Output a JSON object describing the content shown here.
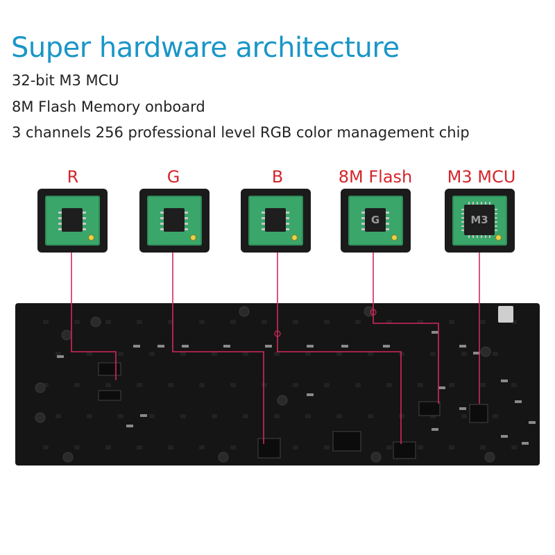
{
  "header": {
    "title": "Super hardware architecture",
    "features": [
      "32-bit M3 MCU",
      "8M Flash Memory onboard",
      "3 channels 256 professional level RGB color management chip"
    ]
  },
  "chips": [
    {
      "label": "R",
      "package": "soic"
    },
    {
      "label": "G",
      "package": "soic"
    },
    {
      "label": "B",
      "package": "soic"
    },
    {
      "label": "8M Flash",
      "package": "soic",
      "marking": "G"
    },
    {
      "label": "M3 MCU",
      "package": "qfn",
      "marking": "M3"
    }
  ],
  "colors": {
    "title": "#1a96c8",
    "chip_label": "#d4252b",
    "trace": "#d4285a",
    "pcb_green": "#3aa66a",
    "board": "#151515"
  }
}
